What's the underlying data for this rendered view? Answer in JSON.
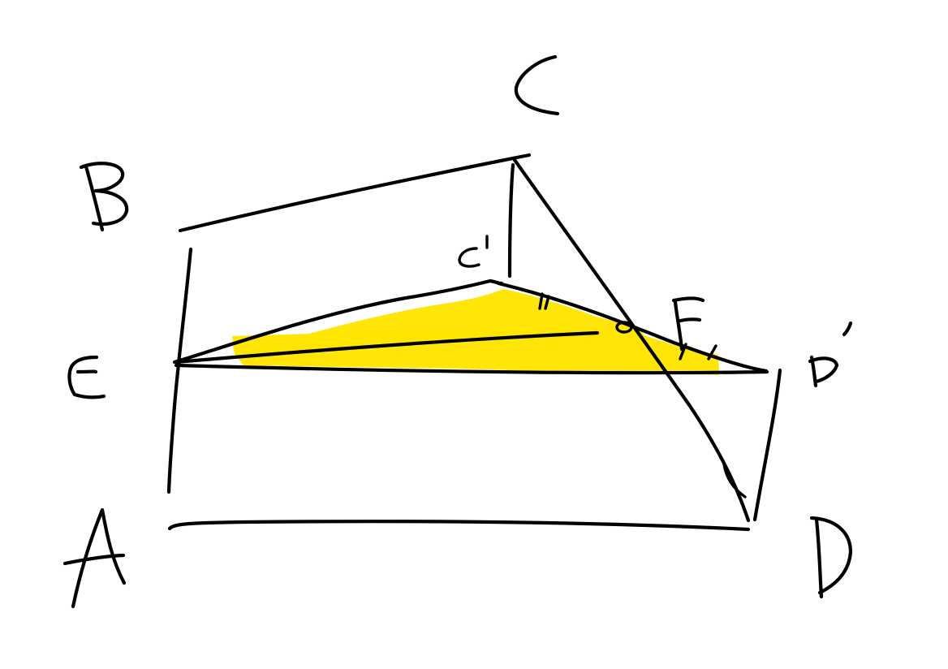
{
  "diagram": {
    "style": "handwritten-sketch",
    "colors": {
      "ink": "#000000",
      "highlight": "#FFE400",
      "background": "#FFFFFF"
    },
    "points": [
      {
        "id": "A",
        "label": "A"
      },
      {
        "id": "B",
        "label": "B"
      },
      {
        "id": "C",
        "label": "C"
      },
      {
        "id": "D",
        "label": "D"
      },
      {
        "id": "E",
        "label": "E"
      },
      {
        "id": "F",
        "label": "F"
      },
      {
        "id": "C_prime",
        "label": "c'"
      },
      {
        "id": "D_prime",
        "label": "D'"
      }
    ],
    "highlighted_region": "triangle E-C'-D'",
    "tick_marks": [
      "C'F (double tick)",
      "FD' (double tick)",
      "near D (single tick)"
    ]
  }
}
